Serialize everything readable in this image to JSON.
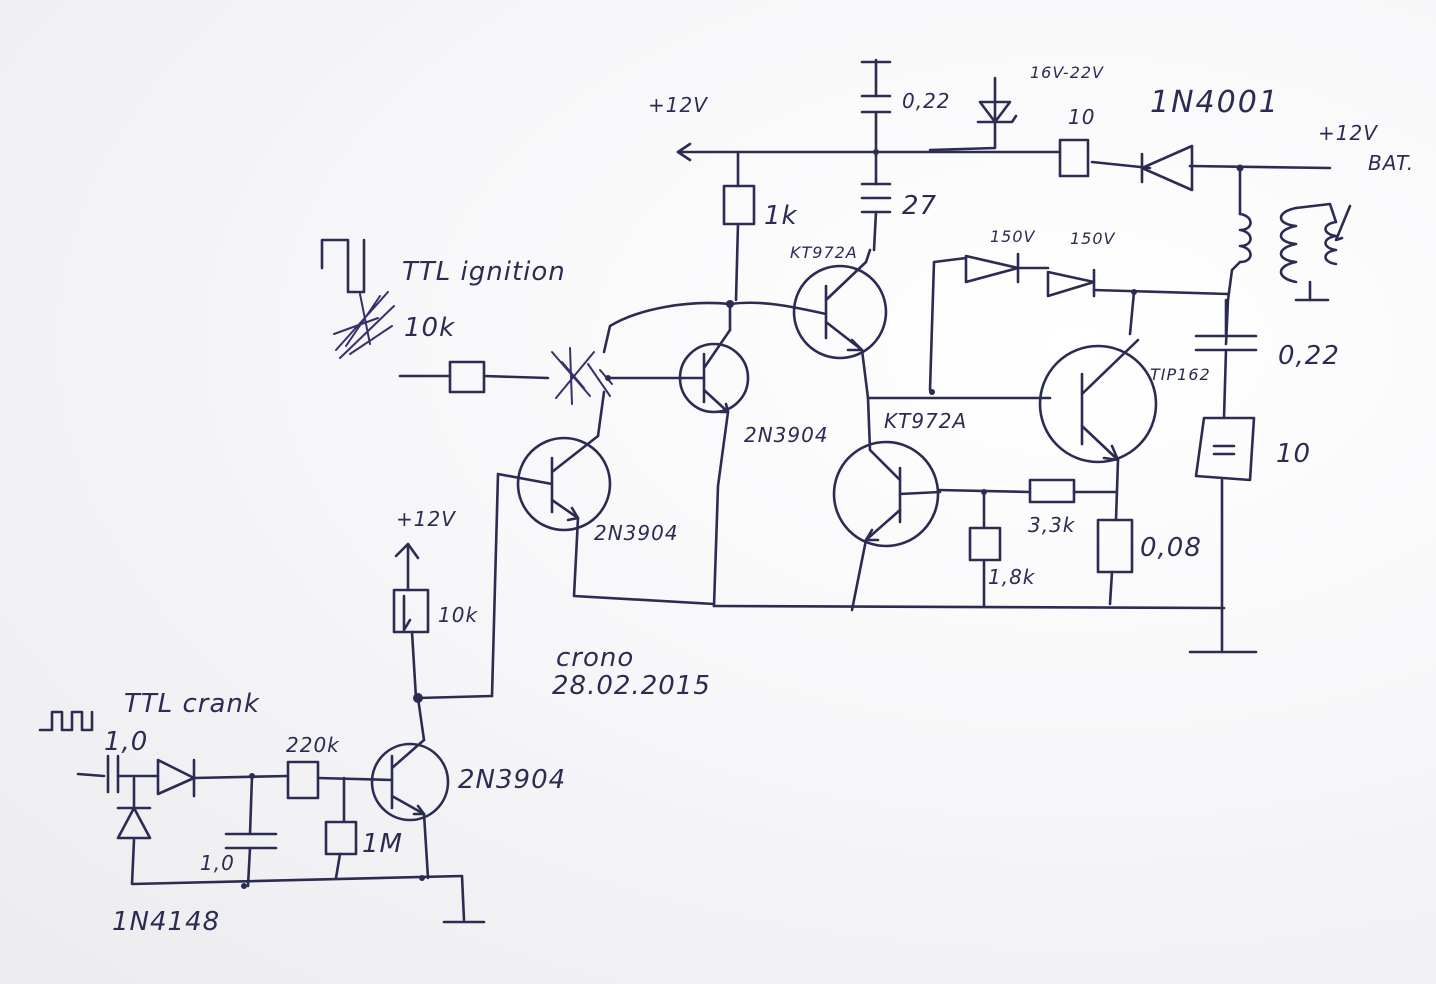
{
  "labels": {
    "vcc_top": "+12V",
    "cap_top": "0,22",
    "zener": "16V-22V",
    "res_top": "10",
    "diode_top": "1N4001",
    "bat_v": "+12V",
    "bat": "BAT.",
    "res_1k": "1k",
    "res_27": "27",
    "kt_top": "KT972A",
    "d150a": "150V",
    "d150b": "150V",
    "ttl_ign": "TTL ignition",
    "res_10k_in": "10k",
    "tip": "TIP162",
    "cap_out": "0,22",
    "res_out": "10",
    "q_2n3904_top": "2N3904",
    "kt_mid": "KT972A",
    "q_2n3904_mid": "2N3904",
    "res_33k": "3,3k",
    "res_008": "0,08",
    "res_18k": "1,8k",
    "vcc_mid": "+12V",
    "res_10k_pull": "10k",
    "signature": "crono",
    "date": "28.02.2015",
    "ttl_crank": "TTL crank",
    "cap_in": "1,0",
    "res_220k": "220k",
    "q_2n3904_bot": "2N3904",
    "cap_10": "1,0",
    "res_1m": "1M",
    "diode_bot": "1N4148"
  }
}
